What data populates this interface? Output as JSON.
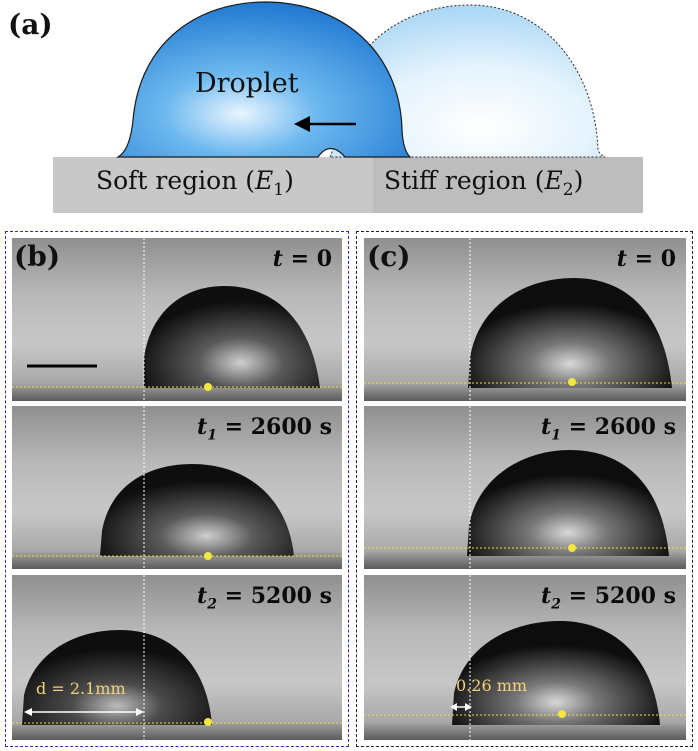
{
  "panel_a": {
    "label": "(a)",
    "droplet_label": "Droplet",
    "soft_region": {
      "text": "Soft region (",
      "symbol": "E",
      "subscript": "1",
      "close": ")"
    },
    "stiff_region": {
      "text": "Stiff region (",
      "symbol": "E",
      "subscript": "2",
      "close": ")"
    },
    "colors": {
      "droplet_dark": "#1f7fd6",
      "droplet_light": "#cfe8fb",
      "substrate": "#c9c9c9"
    }
  },
  "panel_b": {
    "label": "(b)",
    "frames": [
      {
        "var": "t",
        "sub": "",
        "eq": " = 0"
      },
      {
        "var": "t",
        "sub": "1",
        "eq": " = 2600 s"
      },
      {
        "var": "t",
        "sub": "2",
        "eq": " = 5200 s"
      }
    ],
    "measurement": "d = 2.1mm"
  },
  "panel_c": {
    "label": "(c)",
    "frames": [
      {
        "var": "t",
        "sub": "",
        "eq": " = 0"
      },
      {
        "var": "t",
        "sub": "1",
        "eq": " = 2600 s"
      },
      {
        "var": "t",
        "sub": "2",
        "eq": " = 5200 s"
      }
    ],
    "measurement": "0.26 mm"
  }
}
